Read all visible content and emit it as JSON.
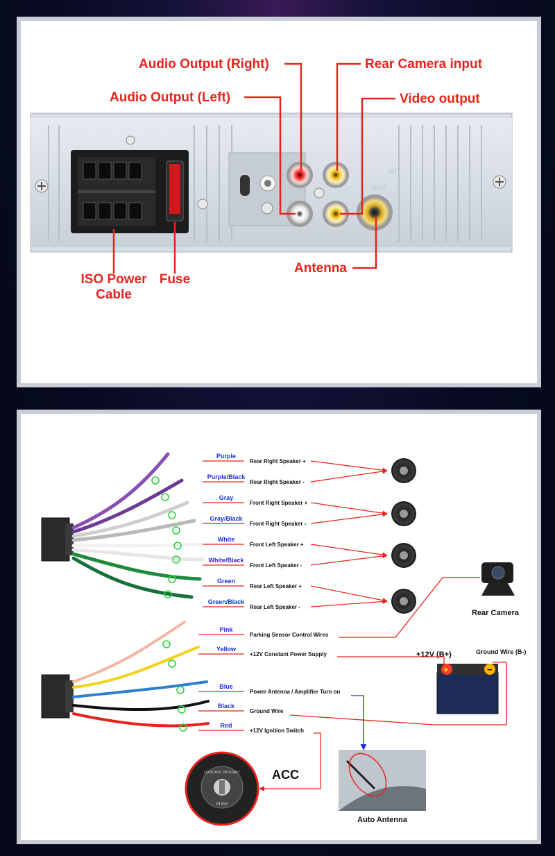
{
  "top": {
    "labels": {
      "audio_right": "Audio Output (Right)",
      "audio_left": "Audio Output (Left)",
      "rear_camera_input": "Rear Camera input",
      "video_output": "Video output",
      "iso_line1": "ISO Power",
      "iso_line2": "Cable",
      "fuse": "Fuse",
      "antenna": "Antenna",
      "panel_av": "AV",
      "panel_ant": "ANT"
    }
  },
  "bottom": {
    "speaker_wires": [
      {
        "color": "Purple",
        "fn": "Rear Right Speaker +"
      },
      {
        "color": "Purple/Black",
        "fn": "Rear Right Speaker -"
      },
      {
        "color": "Gray",
        "fn": "Front Right Speaker +"
      },
      {
        "color": "Gray/Black",
        "fn": "Front Right Speaker -"
      },
      {
        "color": "White",
        "fn": "Front Left Speaker +"
      },
      {
        "color": "White/Black",
        "fn": "Front Left Speaker -"
      },
      {
        "color": "Green",
        "fn": "Rear Left Speaker +"
      },
      {
        "color": "Green/Black",
        "fn": "Rear Left Speaker -"
      }
    ],
    "power_wires": [
      {
        "color": "Pink",
        "fn": "Parking Sensor Control Wires"
      },
      {
        "color": "Yellow",
        "fn": "+12V Constant Power Supply"
      },
      {
        "color": "Blue",
        "fn": "Power Antenna / Amplifier Turn on"
      },
      {
        "color": "Black",
        "fn": "Ground Wire"
      },
      {
        "color": "Red",
        "fn": "+12V  Ignition Switch"
      }
    ],
    "rear_camera": "Rear Camera",
    "plus12": "+12V  (B+)",
    "ground": "Ground Wire (B-)",
    "acc": "ACC",
    "auto_antenna": "Auto Antenna",
    "ignition_ring": "LOCK  ACC  ON  START",
    "ignition_push": "PUSH"
  },
  "colors": {
    "accent_red": "#e8231b",
    "wire_label_blue": "#1f2fd8",
    "panel_border": "#c9cdd6"
  }
}
